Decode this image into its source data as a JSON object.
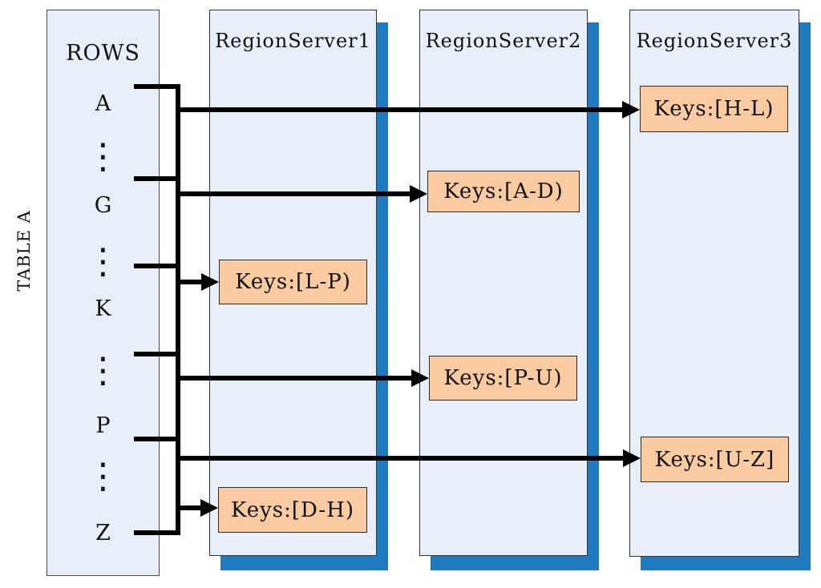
{
  "table_label": "TABLE A",
  "rows_panel": {
    "title": "ROWS",
    "rows": [
      "A",
      "⋮",
      "G",
      "⋮",
      "K",
      "⋮",
      "P",
      "⋮",
      "Z"
    ]
  },
  "servers": [
    {
      "name": "RegionServer1"
    },
    {
      "name": "RegionServer2"
    },
    {
      "name": "RegionServer3"
    }
  ],
  "regions": [
    {
      "server": "RegionServer3",
      "label": "Keys:[H-L)"
    },
    {
      "server": "RegionServer2",
      "label": "Keys:[A-D)"
    },
    {
      "server": "RegionServer1",
      "label": "Keys:[L-P)"
    },
    {
      "server": "RegionServer2",
      "label": "Keys:[P-U)"
    },
    {
      "server": "RegionServer3",
      "label": "Keys:[U-Z]"
    },
    {
      "server": "RegionServer1",
      "label": "Keys:[D-H)"
    }
  ],
  "colors": {
    "panel_fill": "#E9EFF8",
    "shadow_blue": "#1F7AC0",
    "region_fill": "#FACBA1",
    "line_color": "#000000"
  }
}
